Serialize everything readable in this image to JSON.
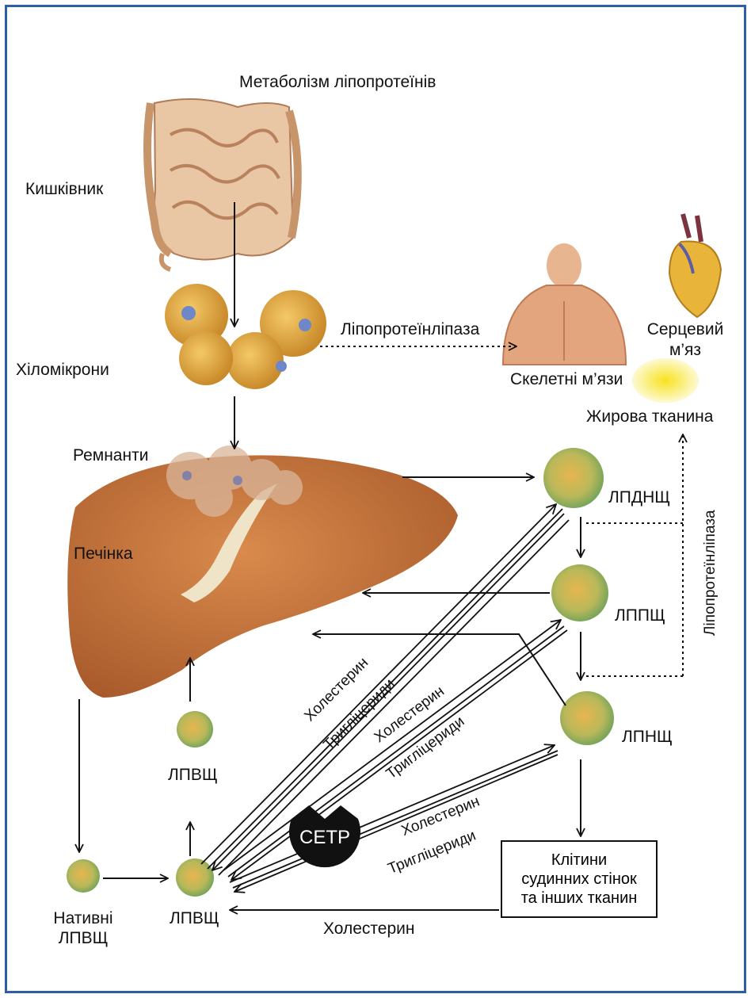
{
  "title": "Метаболізм ліпопротеїнів",
  "labels": {
    "intestine": "Кишківник",
    "chylomicrons": "Хіломікрони",
    "lipoprotein_lipase_top": "Ліпопротеїнліпаза",
    "lipoprotein_lipase_side": "Ліпопротеїнліпаза",
    "skeletal_muscle": "Скелетні м’язи",
    "heart_muscle_1": "Серцевий",
    "heart_muscle_2": "м’яз",
    "adipose_tissue": "Жирова тканина",
    "remnants": "Ремнанти",
    "liver": "Печінка",
    "vldl": "ЛПДНЩ",
    "idl": "ЛППЩ",
    "ldl": "ЛПНЩ",
    "hdl_mid": "ЛПВЩ",
    "hdl_bottom": "ЛПВЩ",
    "native_hdl_1": "Нативні",
    "native_hdl_2": "ЛПВЩ",
    "cetp": "CETP",
    "cells_box": "Клітини\nсудинних стінок\nта інших тканин",
    "cholesterol_bottom": "Холестерин"
  },
  "exchange_labels": [
    {
      "name": "cholesterol-label-1",
      "text": "Холестерин"
    },
    {
      "name": "triglycerides-label-1",
      "text": "Тригліцериди"
    },
    {
      "name": "cholesterol-label-2",
      "text": "Холестерин"
    },
    {
      "name": "triglycerides-label-2",
      "text": "Тригліцериди"
    },
    {
      "name": "cholesterol-label-3",
      "text": "Холестерин"
    },
    {
      "name": "triglycerides-label-3",
      "text": "Тригліцериди"
    }
  ],
  "colors": {
    "frame": "#2f5fa3",
    "liver": "#c8773f",
    "particle": "#e6a93a",
    "adipose": "#f2d41a",
    "cetp": "#111111"
  }
}
